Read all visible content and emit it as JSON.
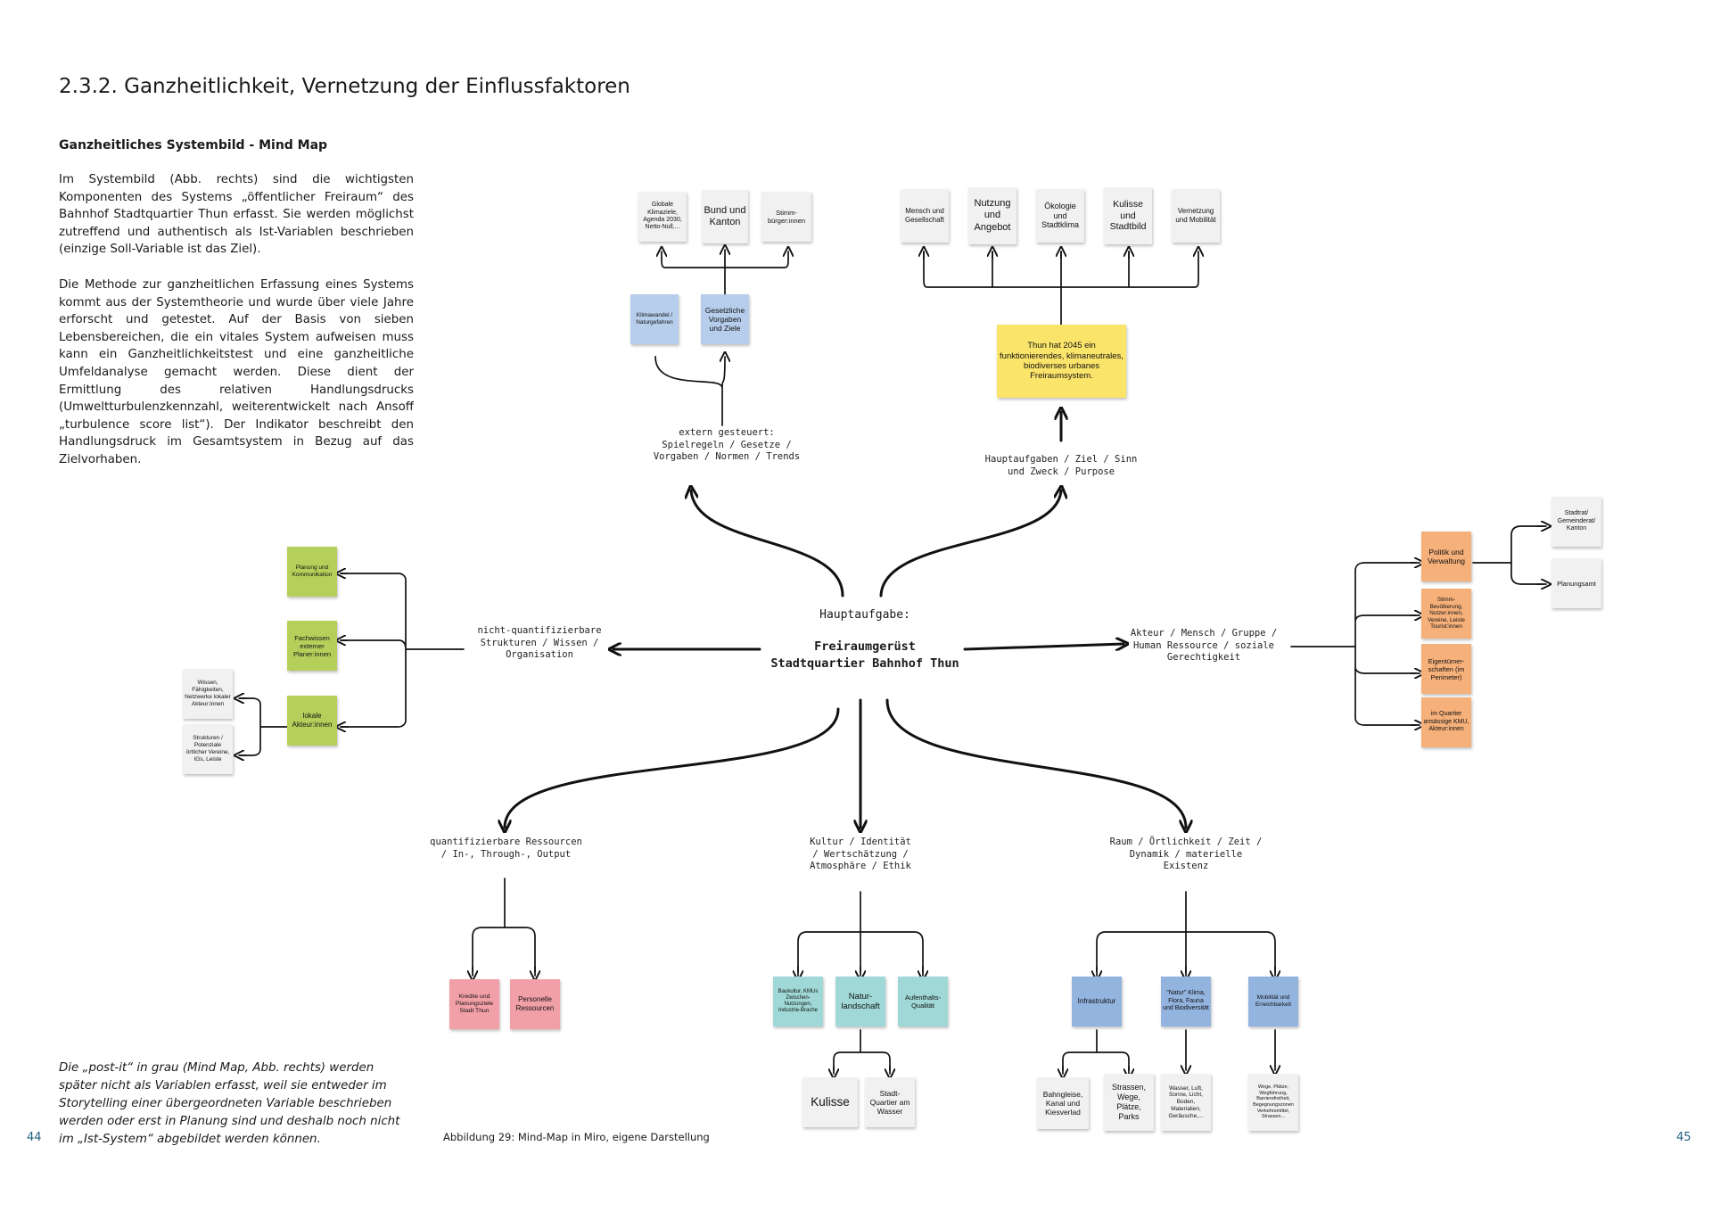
{
  "page": {
    "title": "2.3.2. Ganzheitlichkeit, Vernetzung der Einflussfaktoren",
    "subtitle": "Ganzheitliches Systembild - Mind Map",
    "paragraph1": "Im Systembild (Abb. rechts) sind die wichtigsten Komponenten des Systems „öffentlicher Freiraum“ des Bahnhof Stadtquartier Thun erfasst. Sie werden möglichst zutreffend und authentisch als Ist-Variablen beschrieben (einzige Soll-Variable ist das Ziel).",
    "paragraph2": "Die Methode zur ganzheitlichen Erfassung eines Systems kommt aus der Systemtheorie und wurde über viele Jahre erforscht und getestet. Auf der Basis von sieben Lebensbereichen, die ein vitales System aufweisen muss kann ein Ganzheitlichkeitstest und eine ganzheitliche Umfeldanalyse gemacht werden. Diese dient der Ermittlung des relativen Handlungsdrucks (Umweltturbulenzkennzahl, weiterentwickelt nach Ansoff „turbulence score list“). Der Indikator beschreibt den Handlungsdruck im Gesamtsystem in Bezug auf das Zielvorhaben.",
    "note": "Die „post-it“ in grau (Mind Map, Abb. rechts) werden später nicht als Variablen erfasst, weil sie entweder im Storytelling einer übergeordneten Variable beschrieben werden oder erst in Planung sind und deshalb noch nicht im „Ist-System“ abgebildet werden können.",
    "caption": "Abbildung 29: Mind-Map in Miro, eigene Darstellung",
    "page_left": "44",
    "page_right": "45"
  },
  "mindmap": {
    "center_top": "Hauptaufgabe:",
    "center_main_1": "Freiraumgerüst",
    "center_main_2": "Stadtquartier Bahnhof Thun",
    "branches": {
      "extern": "extern gesteuert:\nSpielregeln / Gesetze /\nVorgaben / Normen / Trends",
      "hauptaufgaben": "Hauptaufgaben / Ziel / Sinn\nund Zweck / Purpose",
      "nichtquant": "nicht-quantifizierbare\nStrukturen / Wissen /\nOrganisation",
      "akteur": "Akteur / Mensch / Gruppe /\nHuman Ressource / soziale\nGerechtigkeit",
      "quant": "quantifizierbare Ressourcen\n/ In-, Through-, Output",
      "kultur": "Kultur / Identität\n/ Wertschätzung /\nAtmosphäre / Ethik",
      "raum": "Raum / Örtlichkeit / Zeit /\nDynamik / materielle\nExistenz"
    },
    "notes": {
      "globale": "Globale Klimaziele, Agenda 2030, Netto-Null,...",
      "bund": "Bund und Kanton",
      "stimmbuerger": "Stimm-bürger:innen",
      "klimawandel": "Klimawandel / Naturgefahren",
      "gesetzliche": "Gesetzliche Vorgaben und Ziele",
      "mensch": "Mensch und Gesellschaft",
      "nutzung": "Nutzung und Angebot",
      "oekologie": "Ökologie und Stadtklima",
      "kulisse_stadtbild": "Kulisse und Stadtbild",
      "vernetzung": "Vernetzung und Mobilität",
      "ziel": "Thun hat 2045 ein funktionierendes, klimaneutrales, biodiverses urbanes Freiraumsystem.",
      "planung": "Planung und Kommunikation",
      "fachwissen": "Fachwissen externer Planer:innen",
      "lokale": "lokale Akteur:innen",
      "wissen": "Wissen, Fähigkeiten, Netzwerke lokaler Akteur:innen",
      "strukturen": "Strukturen / Potenziale örtlicher Vereine, IGs, Leiste",
      "politik": "Politik und Verwaltung",
      "stimmbev": "Stimm-Bevölkerung, Nutzer:innen, Vereine, Leiste Tourist:innen",
      "eigentuemer": "Eigentümer-schaften (im Perimeter)",
      "kmu": "im Quartier ansässige KMU, Akteur:innen",
      "stadtrat": "Stadtrat/ Gemeinderat/ Kanton",
      "planungsamt": "Planungsamt",
      "kredite": "Kredite und Planungsziele Stadt Thun",
      "personelle": "Personelle Ressourcen",
      "baukultur": "Baukultur, KMUs Zwischen-Nutzungen, Industrie-Brache",
      "naturlandschaft": "Natur-landschaft",
      "aufenthalt": "Aufenthalts-Qualität",
      "kulisse": "Kulisse",
      "stadtquartier": "Stadt-Quartier am Wasser",
      "infrastruktur": "Infrastruktur",
      "natur": "\"Natur\" Klima, Flora, Fauna und Biodiversität",
      "mobilitaet": "Mobilität und Erreichbarkeit",
      "bahngleise": "Bahngleise, Kanal und Kiesverlad",
      "strassen": "Strassen, Wege, Plätze, Parks",
      "wasser": "Wasser, Luft, Sonne, Licht, Boden, Materialien, Geräusche,...",
      "wege": "Wege, Plätze, Wegführung, Barrierefreiheit, Begegnungszonen Verkehrsmittel, Strassen..."
    }
  },
  "colors": {
    "grey": "#f1f1f1",
    "blue": "#b6cdec",
    "yellow": "#fbe46a",
    "green": "#b5d05a",
    "orange": "#f6b07a",
    "pink": "#f2a0a8",
    "teal": "#9fd8d6",
    "mid_blue": "#94b4e0",
    "page_number": "#1f5f80"
  }
}
